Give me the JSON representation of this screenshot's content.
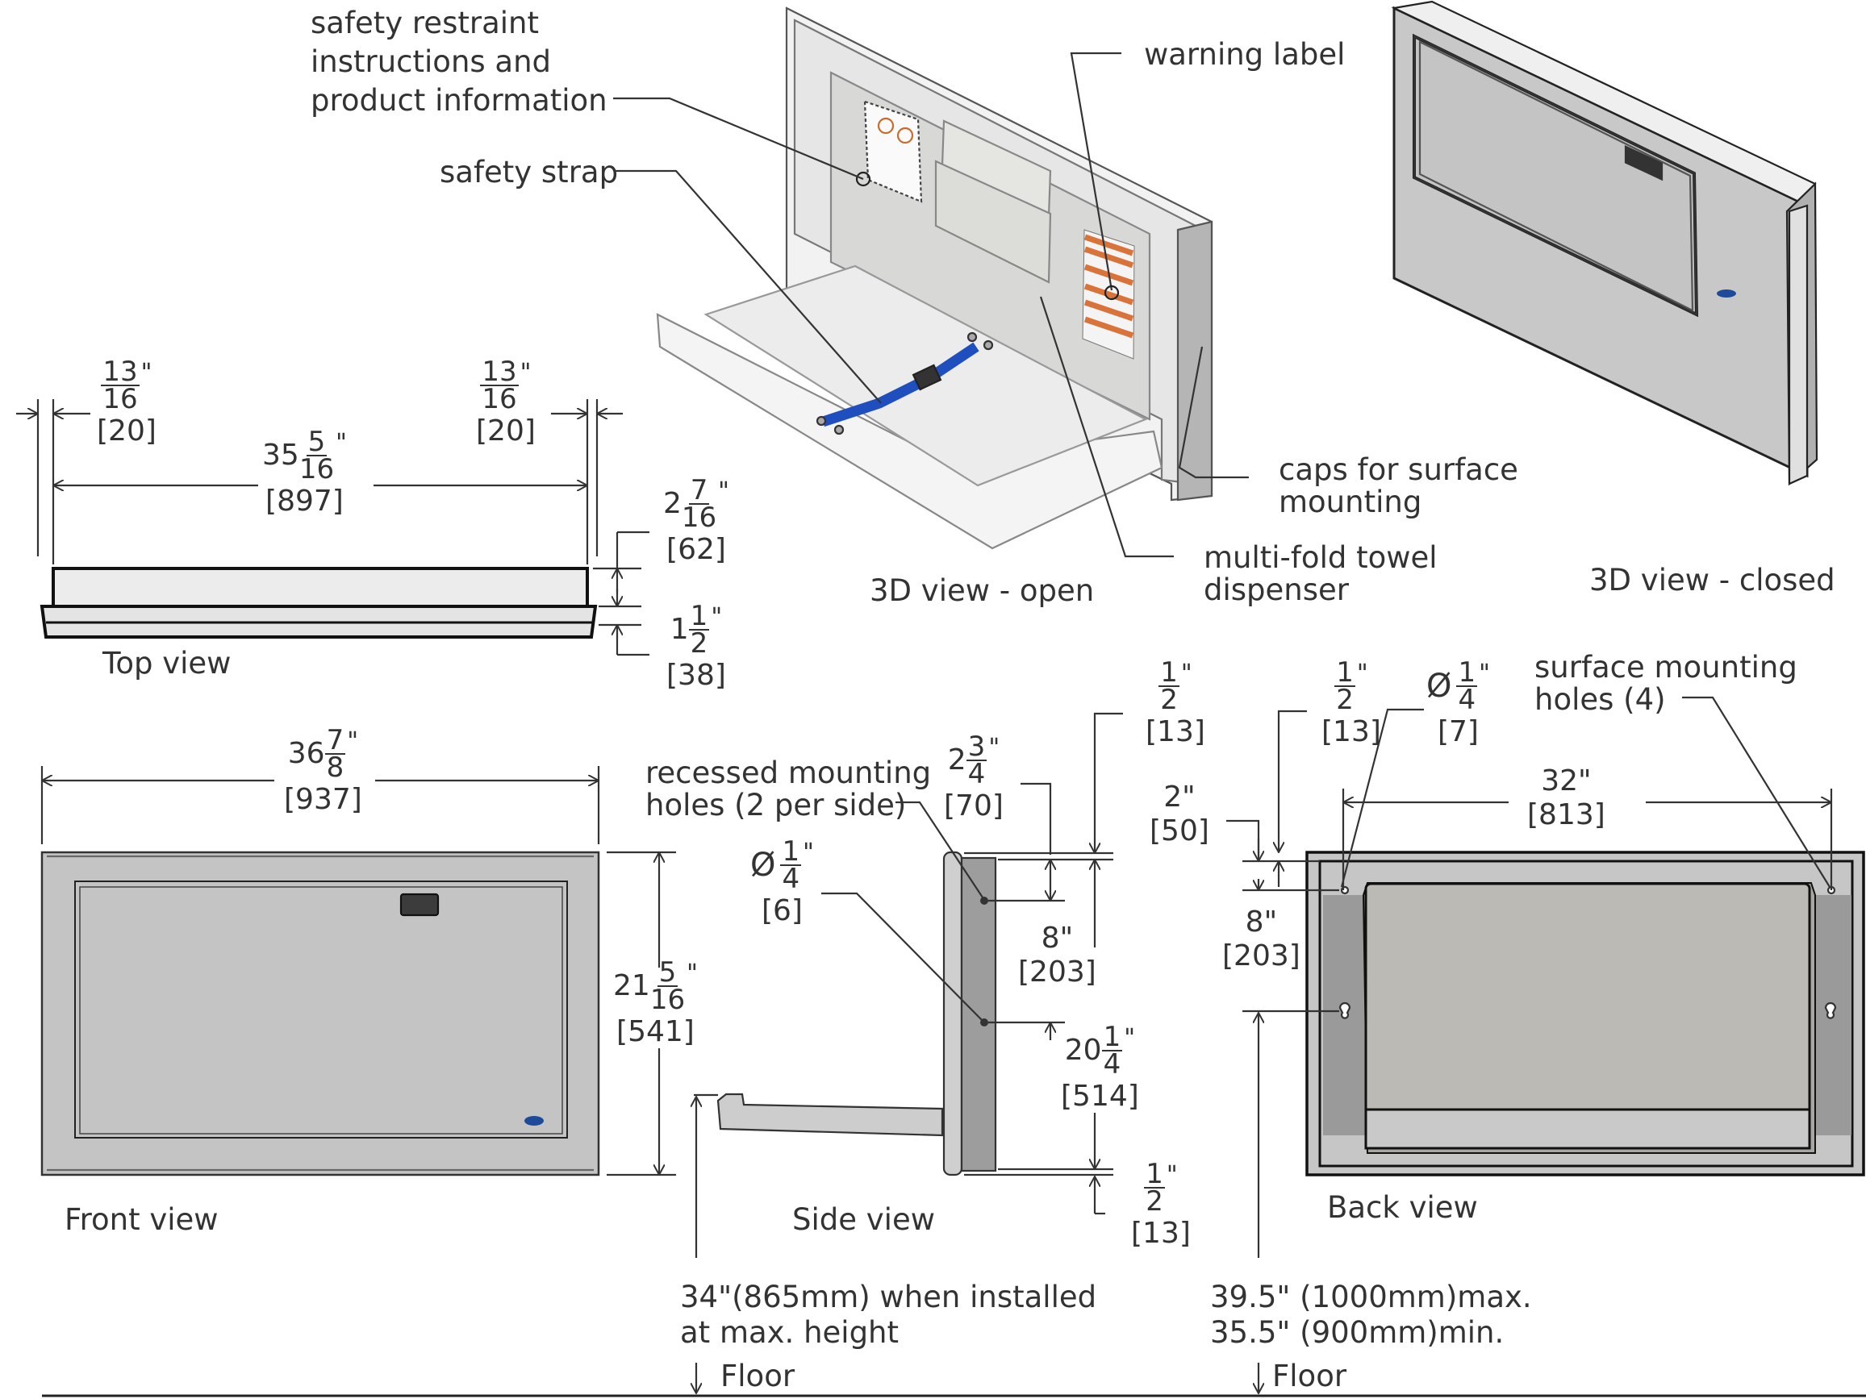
{
  "title": "Baby changing station dimensional drawing",
  "colors": {
    "line": "#333333",
    "panel": "#c4c4c4",
    "panel_dark": "#9a9a9a",
    "strap": "#1f4fbf",
    "warning": "#d9733a",
    "logo": "#1e4a9a"
  },
  "callouts": {
    "safety_info": "safety restraint\ninstructions and\nproduct information",
    "safety_strap": "safety strap",
    "warning_label": "warning label",
    "caps": "caps for surface\nmounting",
    "towel": "multi-fold towel\ndispenser",
    "recessed_holes": "recessed mounting\nholes (2 per side)",
    "surface_holes": "surface mounting\nholes (4)"
  },
  "view_labels": {
    "top": "Top view",
    "open3d": "3D view - open",
    "closed3d": "3D view - closed",
    "front": "Front view",
    "side": "Side view",
    "back": "Back view"
  },
  "dimensions": {
    "top_left_offset": {
      "whole": "",
      "num": "13",
      "den": "16",
      "mm": "[20]"
    },
    "top_right_offset": {
      "whole": "",
      "num": "13",
      "den": "16",
      "mm": "[20]"
    },
    "top_width": {
      "whole": "35",
      "num": "5",
      "den": "16",
      "mm": "[897]"
    },
    "top_depth": {
      "whole": "2",
      "num": "7",
      "den": "16",
      "mm": "[62]"
    },
    "top_flange": {
      "whole": "1",
      "num": "1",
      "den": "2",
      "mm": "[38]"
    },
    "front_width": {
      "whole": "36",
      "num": "7",
      "den": "8",
      "mm": "[937]"
    },
    "front_height": {
      "whole": "21",
      "num": "5",
      "den": "16",
      "mm": "[541]"
    },
    "side_top_hole": {
      "whole": "2",
      "num": "3",
      "den": "4",
      "mm": "[70]"
    },
    "side_hole_dia": {
      "whole": "",
      "num": "1",
      "den": "4",
      "mm": "[6]",
      "prefix": "Ø"
    },
    "side_hole_spacing": {
      "text": "8\"",
      "mm": "[203]"
    },
    "side_body_height": {
      "whole": "20",
      "num": "1",
      "den": "4",
      "mm": "[514]"
    },
    "side_top_lip": {
      "whole": "",
      "num": "1",
      "den": "2",
      "mm": "[13]"
    },
    "side_bottom_lip": {
      "whole": "",
      "num": "1",
      "den": "2",
      "mm": "[13]"
    },
    "back_top_offset": {
      "text": "2\"",
      "mm": "[50]"
    },
    "back_edge_offset": {
      "whole": "",
      "num": "1",
      "den": "2",
      "mm": "[13]"
    },
    "back_hole_dia": {
      "whole": "",
      "num": "1",
      "den": "4",
      "mm": "[7]",
      "prefix": "Ø"
    },
    "back_hole_width": {
      "text": "32\"",
      "mm": "[813]"
    },
    "back_hole_spacing": {
      "text": "8\"",
      "mm": "[203]"
    }
  },
  "heights": {
    "installed": "34\"(865mm) when installed\nat max. height",
    "range": "39.5\" (1000mm)max.\n35.5\" (900mm)min.",
    "floor_left": "Floor",
    "floor_right": "Floor"
  },
  "icons": {
    "diameter": "Ø",
    "inch": "\""
  }
}
